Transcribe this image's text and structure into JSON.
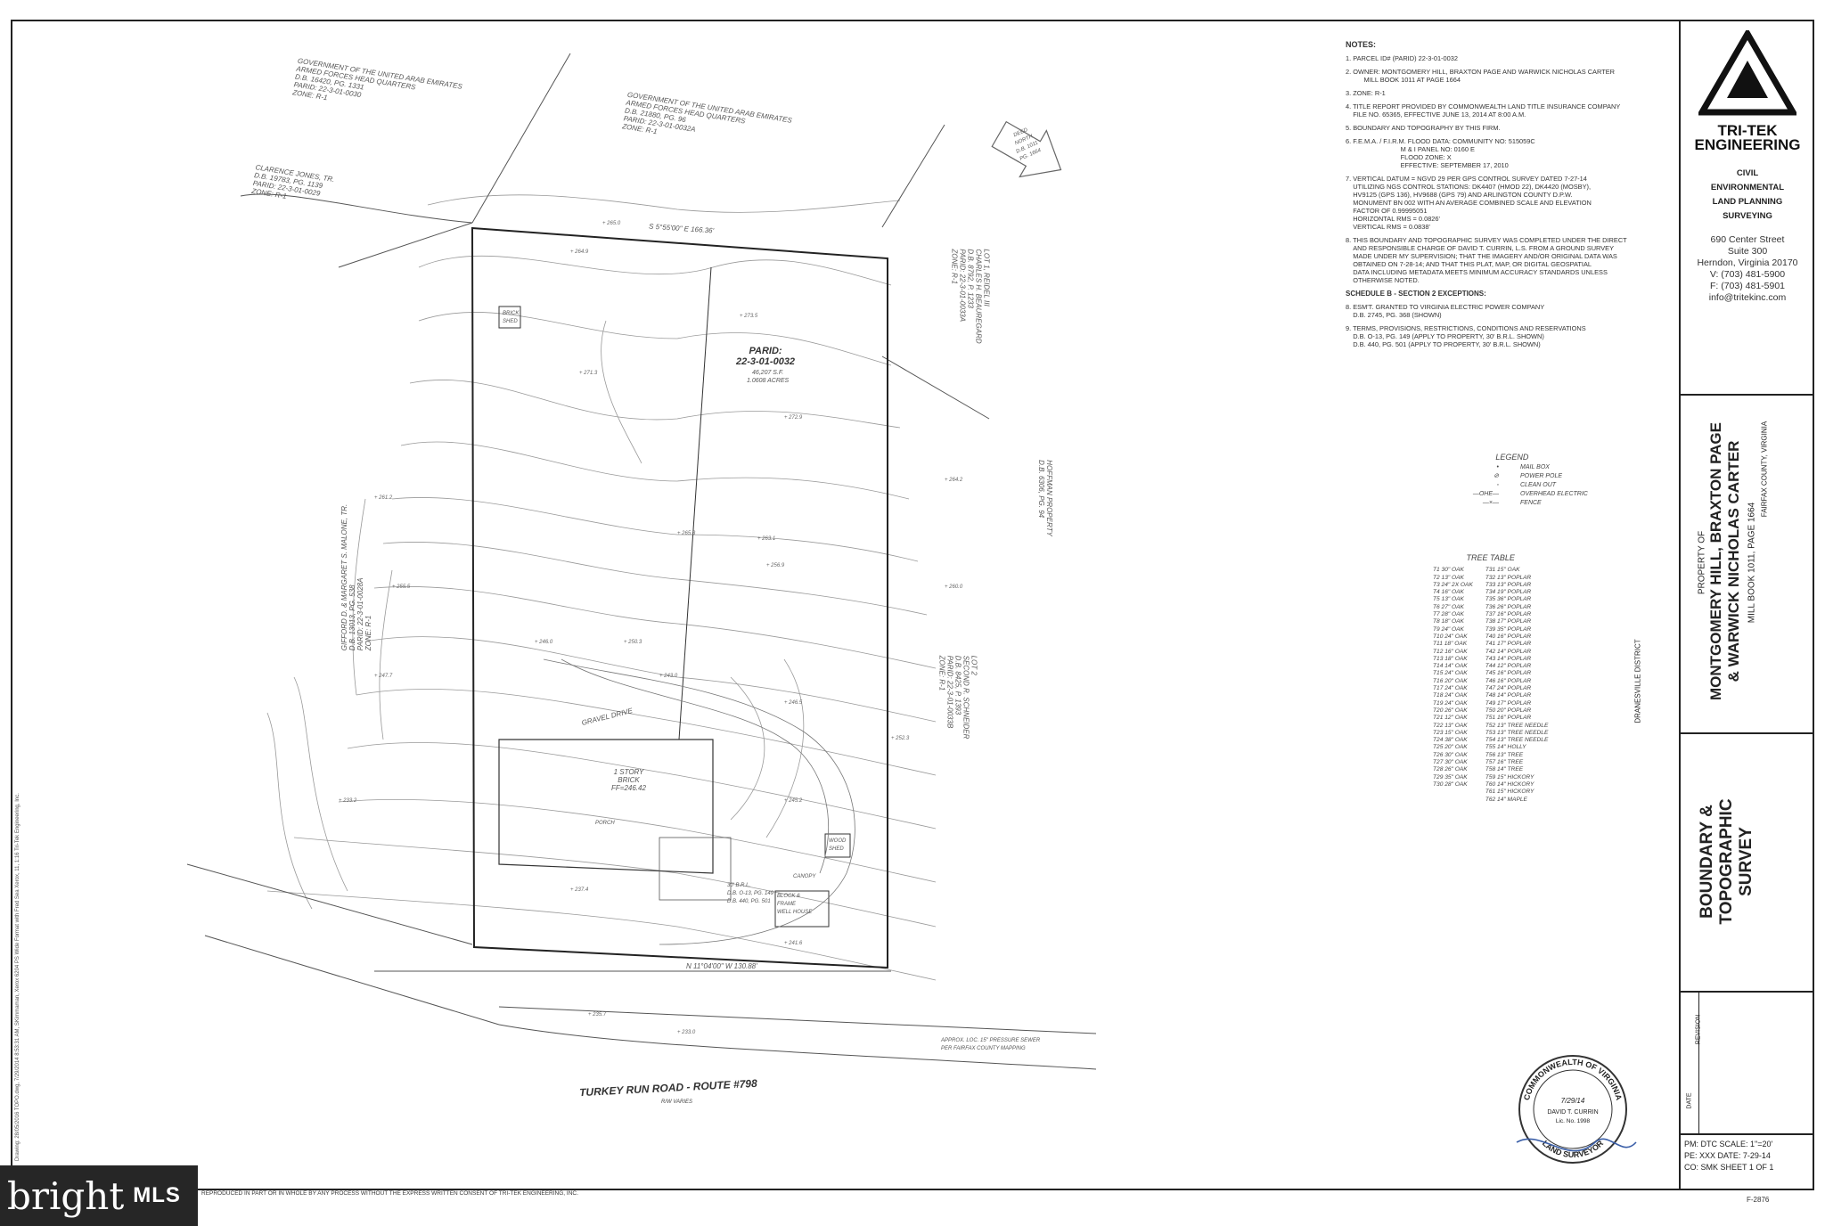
{
  "notes": {
    "title": "NOTES:",
    "items": [
      "1. PARCEL ID# (PARID) 22-3-01-0032",
      "2. OWNER: MONTGOMERY HILL, BRAXTON PAGE AND WARWICK NICHOLAS CARTER\n          MILL BOOK 1011 AT PAGE 1664",
      "3. ZONE: R-1",
      "4. TITLE REPORT PROVIDED BY COMMONWEALTH LAND TITLE INSURANCE COMPANY\n    FILE NO. 65365, EFFECTIVE JUNE 13, 2014 AT 8:00 A.M.",
      "5. BOUNDARY AND TOPOGRAPHY BY THIS FIRM.",
      "6. F.E.M.A. / F.I.R.M. FLOOD DATA: COMMUNITY NO: 515059C\n                              M & I PANEL NO: 0160 E\n                              FLOOD ZONE: X\n                              EFFECTIVE: SEPTEMBER 17, 2010",
      "7. VERTICAL DATUM = NGVD 29 PER GPS CONTROL SURVEY DATED 7-27-14\n    UTILIZING NGS CONTROL STATIONS: DK4407 (HMOD 22), DK4420 (MOSBY),\n    HV9125 (GPS 136), HV9688 (GPS 79) AND ARLINGTON COUNTY D.P.W.\n    MONUMENT BN 002 WITH AN AVERAGE COMBINED SCALE AND ELEVATION\n    FACTOR OF 0.99995051\n    HORIZONTAL RMS = 0.0826'\n    VERTICAL RMS = 0.0838'",
      "8. THIS BOUNDARY AND TOPOGRAPHIC SURVEY WAS COMPLETED UNDER THE DIRECT\n    AND RESPONSIBLE CHARGE OF DAVID T. CURRIN, L.S. FROM A GROUND SURVEY\n    MADE UNDER MY SUPERVISION; THAT THE IMAGERY AND/OR ORIGINAL DATA WAS\n    OBTAINED ON 7-28-14; AND THAT THIS PLAT, MAP, OR DIGITAL GEOSPATIAL\n    DATA INCLUDING METADATA MEETS MINIMUM ACCURACY STANDARDS UNLESS\n    OTHERWISE NOTED."
    ],
    "schedule_title": "SCHEDULE B - SECTION 2 EXCEPTIONS:",
    "schedule_items": [
      "8. ESM'T. GRANTED TO VIRGINIA ELECTRIC POWER COMPANY\n    D.B. 2745, PG. 368 (SHOWN)",
      "9. TERMS, PROVISIONS, RESTRICTIONS, CONDITIONS AND RESERVATIONS\n    D.B. O-13, PG. 149 (APPLY TO PROPERTY, 30' B.R.L. SHOWN)\n    D.B. 440, PG. 501 (APPLY TO PROPERTY, 30' B.R.L. SHOWN)"
    ]
  },
  "title_block": {
    "company": "TRI-TEK\nENGINEERING",
    "services": "CIVIL\nENVIRONMENTAL\nLAND PLANNING\nSURVEYING",
    "address": "690 Center Street\nSuite 300\nHerndon, Virginia 20170\nV: (703) 481-5900\nF: (703) 481-5901\ninfo@tritekinc.com",
    "property_of": "PROPERTY OF",
    "owners_line1": "MONTGOMERY HILL, BRAXTON PAGE",
    "owners_line2": "& WARWICK NICHOLAS CARTER",
    "deed_ref": "MILL BOOK 1011, PAGE 1664",
    "county": "FAIRFAX COUNTY, VIRGINIA",
    "district": "DRANESVILLE DISTRICT",
    "survey_title_1": "BOUNDARY &",
    "survey_title_2": "TOPOGRAPHIC",
    "survey_title_3": "SURVEY",
    "revision_label": "REVISION",
    "date_label": "DATE",
    "schedule_rows": [
      "PM: DTC  SCALE:  1\"=20'",
      "PE: XXX  DATE:  7-29-14",
      "CO: SMK  SHEET  1  OF  1"
    ]
  },
  "legend": {
    "title": "LEGEND",
    "rows": [
      {
        "symbol": "•",
        "label": "MAIL BOX"
      },
      {
        "symbol": "⊘",
        "label": "POWER POLE"
      },
      {
        "symbol": "◦",
        "label": "CLEAN OUT"
      },
      {
        "symbol": "—OHE—",
        "label": "OVERHEAD ELECTRIC"
      },
      {
        "symbol": "—×—",
        "label": "FENCE"
      }
    ]
  },
  "tree_table": {
    "title": "TREE TABLE",
    "left": [
      "T1 30\" OAK",
      "T2 13\" OAK",
      "T3 24\" 2X OAK",
      "T4 16\" OAK",
      "T5 13\" OAK",
      "T6 27\" OAK",
      "T7 28\" OAK",
      "T8 18\" OAK",
      "T9 24\" OAK",
      "T10 24\" OAK",
      "T11 18\" OAK",
      "T12 16\" OAK",
      "T13 18\" OAK",
      "T14 14\" OAK",
      "T15 24\" OAK",
      "T16 20\" OAK",
      "T17 24\" OAK",
      "T18 24\" OAK",
      "T19 24\" OAK",
      "T20 26\" OAK",
      "T21 12\" OAK",
      "T22 13\" OAK",
      "T23 15\" OAK",
      "T24 38\" OAK",
      "T25 20\" OAK",
      "T26 30\" OAK",
      "T27 30\" OAK",
      "T28 26\" OAK",
      "T29 35\" OAK",
      "T30 28\" OAK"
    ],
    "right": [
      "T31 15\" OAK",
      "T32 13\" POPLAR",
      "T33 13\" POPLAR",
      "T34 19\" POPLAR",
      "T35 36\" POPLAR",
      "T36 26\" POPLAR",
      "T37 16\" POPLAR",
      "T38 17\" POPLAR",
      "T39 35\" POPLAR",
      "T40 16\" POPLAR",
      "T41 17\" POPLAR",
      "T42 14\" POPLAR",
      "T43 14\" POPLAR",
      "T44 12\" POPLAR",
      "T45 16\" POPLAR",
      "T46 16\" POPLAR",
      "T47 24\" POPLAR",
      "T48 14\" POPLAR",
      "T49 17\" POPLAR",
      "T50 20\" POPLAR",
      "T51 16\" POPLAR",
      "T52 13\" TREE NEEDLE",
      "T53 13\" TREE NEEDLE",
      "T54 13\" TREE NEEDLE",
      "T55 14\" HOLLY",
      "T56 13\" TREE",
      "T57 16\" TREE",
      "T58 14\" TREE",
      "T59 15\" HICKORY",
      "T60 14\" HICKORY",
      "T61 15\" HICKORY",
      "T62 14\" MAPLE"
    ]
  },
  "plan": {
    "parcel_label": "PARID:\n22-3-01-0032",
    "parcel_area": "46,207 S.F.\n1.0608 ACRES",
    "north_bearing": "S 5°55'00\" E  166.36'",
    "south_bearing": "N 11°04'00\" W  130.88'",
    "road_name": "TURKEY RUN ROAD - ROUTE #798",
    "road_sub": "R/W VARIES",
    "house_label": "1 STORY\nBRICK\nFF=246.42",
    "gravel_drive": "GRAVEL DRIVE",
    "brick_shed": "BRICK\nSHED",
    "wood_shed": "WOOD\nSHED",
    "canopy": "CANOPY",
    "well_house": "BLOCK &\nFRAME\nWELL HOUSE",
    "porch": "PORCH",
    "north_adjoiner_1": "GOVERNMENT OF THE UNITED ARAB EMIRATES\nARMED FORCES HEAD QUARTERS\nD.B. 16420, PG. 1331\nPARID: 22-3-01-0030\nZONE: R-1",
    "north_adjoiner_2": "GOVERNMENT OF THE UNITED ARAB EMIRATES\nARMED FORCES HEAD QUARTERS\nD.B. 21880, PG. 96\nPARID: 22-3-01-0032A\nZONE: R-1",
    "northwest_adjoiner": "CLARENCE JONES, TR.\nD.B. 19783, PG. 1139\nPARID: 22-3-01-0029\nZONE: R-1",
    "east_adjoiner_1": "LOT 1, REIDEL III\nCHARLES H. BEAUREGARD\nD.B. 8792, P. 1233\nPARID: 22-3-01-0033A\nZONE: R-1",
    "east_adjoiner_2": "LOT 2\nSECOND R. SCHNEIDER\nD.B. 8425, P. 1393\nPARID: 22-3-01-0033B\nZONE: R-1",
    "west_adjoiner": "GIFFORD D. & MARGARET S. MALONE, TR.\nD.B. 13013, PG. 538\nPARID: 22-3-01-0028A\nZONE: R-1",
    "hoffman_note": "HOFFMAN PROPERTY\nD.B. 6306, PG. 94",
    "sewer_note": "APPROX. LOC. 15\" PRESSURE SEWER\nPER FAIRFAX COUNTY MAPPING",
    "easement_note": "30' B.R.L.\nD.B. O-13, PG. 149\nD.B. 440, PG. 501",
    "deed_north": "DEED\nNORTH\nD.B. 1011\nPG. 1664"
  },
  "seal": {
    "ring_text": "COMMONWEALTH OF VIRGINIA",
    "date": "7/29/14",
    "name": "DAVID T. CURRIN",
    "lic": "Lic. No. 1998",
    "bottom": "LAND SURVEYOR"
  },
  "footer": {
    "copyright": "REPRODUCED IN PART OR IN WHOLE BY ANY PROCESS WITHOUT THE EXPRESS WRITTEN CONSENT OF TRI-TEK ENGINEERING, INC.",
    "sheet_no": "F-2876",
    "edge_text": "Drawing: 28/05/2016 TOPO.dwg, 7/29/2014 8:53:31 AM, SKimmaman, Xerox 6204 PS Wide Format with Fred Sea Xerox, 11, 1:16 Tri-Tek Engineering, Inc."
  },
  "brand": {
    "name": "bright",
    "suffix": "MLS"
  }
}
